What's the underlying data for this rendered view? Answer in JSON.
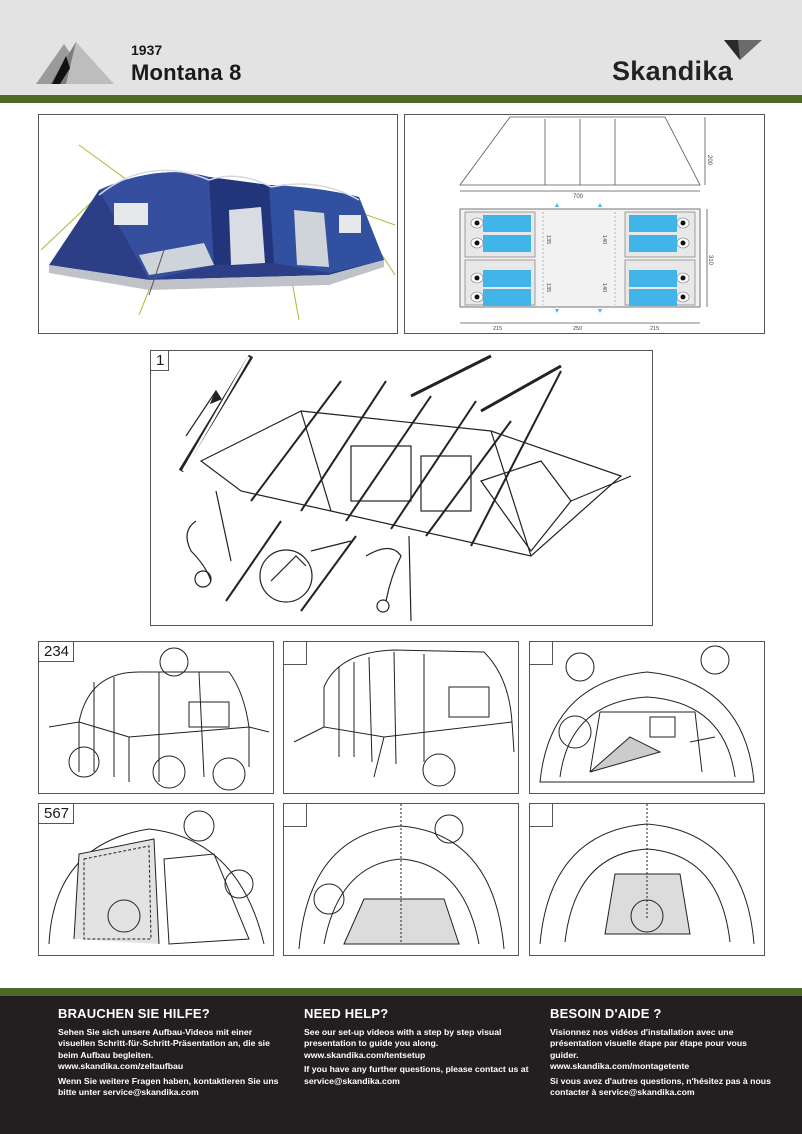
{
  "header": {
    "model_number": "1937",
    "model_name": "Montana 8",
    "brand": "Skandika"
  },
  "colors": {
    "accent": "#4c6a26",
    "header_bg": "#e3e3e3",
    "footer_bg": "#231f20",
    "floorplan_blue": "#41b4ea"
  },
  "floor_plan": {
    "width_label": "700",
    "height_label": "200",
    "depth_label": "310",
    "room_labels": [
      "135",
      "140",
      "135",
      "140"
    ],
    "segments": [
      "215",
      "250",
      "215"
    ]
  },
  "steps": {
    "step1": "1",
    "row2_label": "234",
    "row3_label": "567"
  },
  "help": [
    {
      "title": "BRAUCHEN SIE HILFE?",
      "body": "Sehen Sie sich unsere Aufbau-Videos mit einer visuellen Schritt-für-Schritt-Präsentation an, die sie beim Aufbau begleiten.",
      "url": "www.skandika.com/zeltaufbau",
      "contact": "Wenn Sie weitere Fragen haben, kontaktieren Sie uns bitte unter service@skandika.com"
    },
    {
      "title": "NEED HELP?",
      "body": "See our set-up videos with a step by step visual presentation to guide you along.",
      "url": "www.skandika.com/tentsetup",
      "contact": "If you have any further questions, please contact us at service@skandika.com"
    },
    {
      "title": "BESOIN D'AIDE ?",
      "body": "Visionnez nos vidéos d'installation avec une présentation visuelle étape par étape pour vous guider.",
      "url": "www.skandika.com/montagetente",
      "contact": "Si vous avez d'autres questions, n'hésitez pas à nous contacter à service@skandika.com"
    }
  ]
}
